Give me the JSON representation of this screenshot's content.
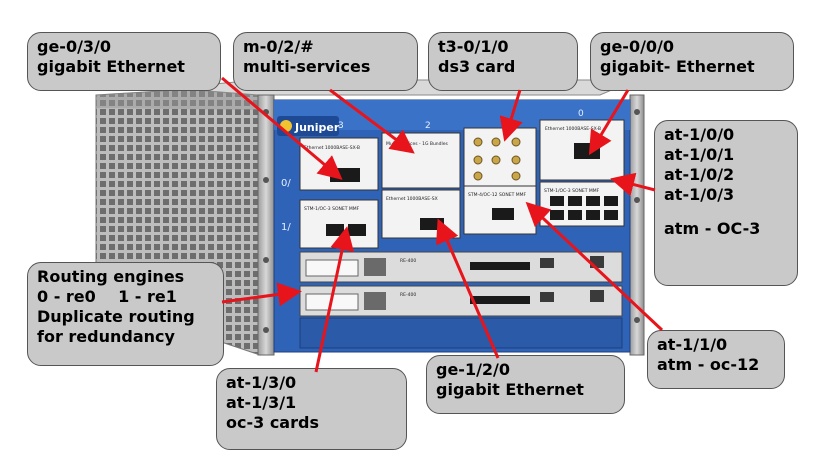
{
  "brand": "Juniper",
  "slot_numbers": {
    "s3": "3",
    "s2": "2",
    "s0": "0"
  },
  "row_numbers": {
    "r0": "0/",
    "r1": "1/"
  },
  "cards": {
    "ge030": "Ethernet 1000BASE-SX-B",
    "ms020": "Multi-Services - 1G Bundles",
    "t3010": "",
    "ge000": "Ethernet 1000BASE-SX-B",
    "at130": "STM-1/OC-3 SONET MMF",
    "ge120": "Ethernet 1000BASE-SX",
    "at110": "STM-4/OC-12 SONET MMF",
    "at100": "STM-1/OC-3 SONET MMF"
  },
  "routing_engines": {
    "re0": "RE-400",
    "re1": "RE-400"
  },
  "callouts": {
    "ge030": {
      "line1": "ge-0/3/0",
      "line2": "gigabit Ethernet"
    },
    "ms020": {
      "line1": "m-0/2/#",
      "line2": "multi-services"
    },
    "t3010": {
      "line1": "t3-0/1/0",
      "line2": "ds3 card"
    },
    "ge000": {
      "line1": "ge-0/0/0",
      "line2": "gigabit- Ethernet"
    },
    "at100": {
      "line1": "at-1/0/0",
      "line2": "at-1/0/1",
      "line3": "at-1/0/2",
      "line4": "at-1/0/3",
      "line5": "atm - OC-3"
    },
    "routing": {
      "line1": "Routing engines",
      "line2": "0 - re0    1 - re1",
      "line3": "Duplicate routing",
      "line4": "for redundancy"
    },
    "at130": {
      "line1": "at-1/3/0",
      "line2": "at-1/3/1",
      "line3": "oc-3 cards"
    },
    "ge120": {
      "line1": "ge-1/2/0",
      "line2": "gigabit Ethernet"
    },
    "at110": {
      "line1": "at-1/1/0",
      "line2": "atm - oc-12"
    }
  },
  "colors": {
    "arrow": "#e8141b",
    "chassis_blue": "#2f63b7",
    "callout_fill": "#c9c9c9"
  }
}
